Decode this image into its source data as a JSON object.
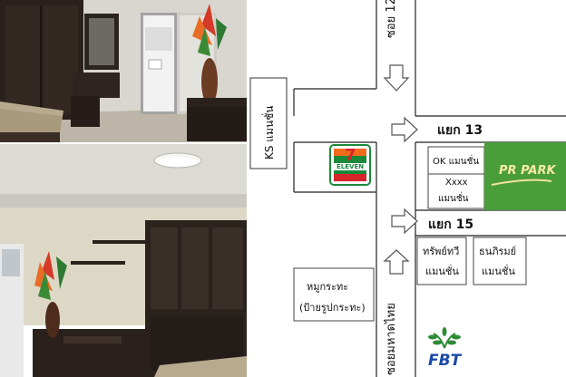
{
  "map": {
    "soi12_label": "ซอย 12",
    "ks_label": "KS แมนชั่น",
    "junction13_label": "แยก 13",
    "junction15_label": "แยก 15",
    "ok_mansion_label": "OK แมนชั่น",
    "xxxx_line1": "Xxxx",
    "xxxx_line2": "แมนชั่น",
    "pr_park_label": "PR PARK",
    "seven_eleven_number": "7",
    "seven_eleven_text": "ELEVEN",
    "shabu_line1": "หมูกระทะ",
    "shabu_line2": "(ป้ายรูปกระทะ)",
    "sapthawee_line1": "ทรัพย์ทวี",
    "sapthawee_line2": "แมนชั่น",
    "thanarom_line1": "ธนภิรมย์",
    "thanarom_line2": "แมนชั่น",
    "main_road_label": "ซอยมหาดไทย",
    "fbt_label": "FBT"
  },
  "colors": {
    "pr_park_green": "#4a9d3b",
    "seven_green": "#1a8a3a",
    "seven_orange": "#f26b1d",
    "seven_red": "#d8232a",
    "fbt_blue": "#1a4aa8"
  }
}
